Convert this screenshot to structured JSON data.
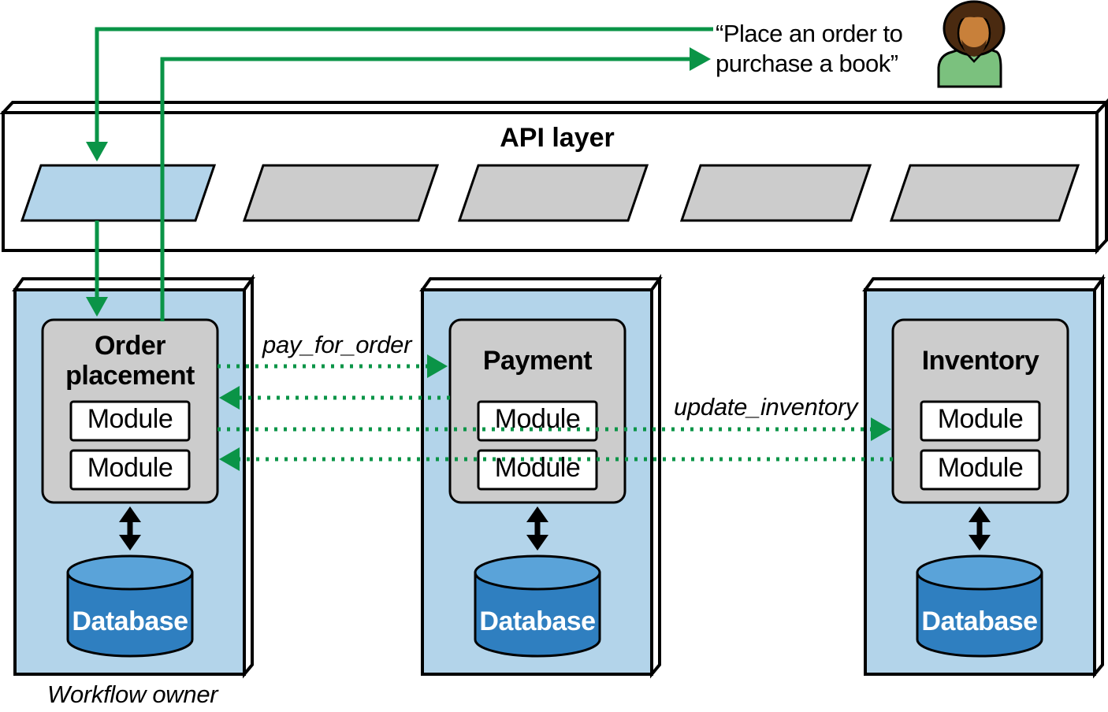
{
  "request_quote": "“Place an order to purchase a book”",
  "api_layer": {
    "title": "API layer",
    "endpoint_count": 5,
    "active_endpoint": 0
  },
  "services": [
    {
      "title": "Order placement",
      "modules": [
        "Module",
        "Module"
      ],
      "database": "Database"
    },
    {
      "title": "Payment",
      "modules": [
        "Module",
        "Module"
      ],
      "database": "Database"
    },
    {
      "title": "Inventory",
      "modules": [
        "Module",
        "Module"
      ],
      "database": "Database"
    }
  ],
  "calls": [
    {
      "label": "pay_for_order",
      "from": "Order placement",
      "to": "Payment"
    },
    {
      "label": "update_inventory",
      "from": "Order placement",
      "to": "Inventory"
    }
  ],
  "caption": "Workflow owner",
  "colors": {
    "flow": "#0a9447",
    "service_bg": "#b3d4ea",
    "endpoint_active": "#b3d4ea",
    "endpoint_inactive": "#cccccc",
    "component_bg": "#cccccc",
    "database_fill": "#2f7fc0",
    "database_top": "#5aa3d9",
    "person_shirt": "#7bc17e",
    "person_skin": "#c8803a",
    "person_hair": "#4a2a10"
  }
}
